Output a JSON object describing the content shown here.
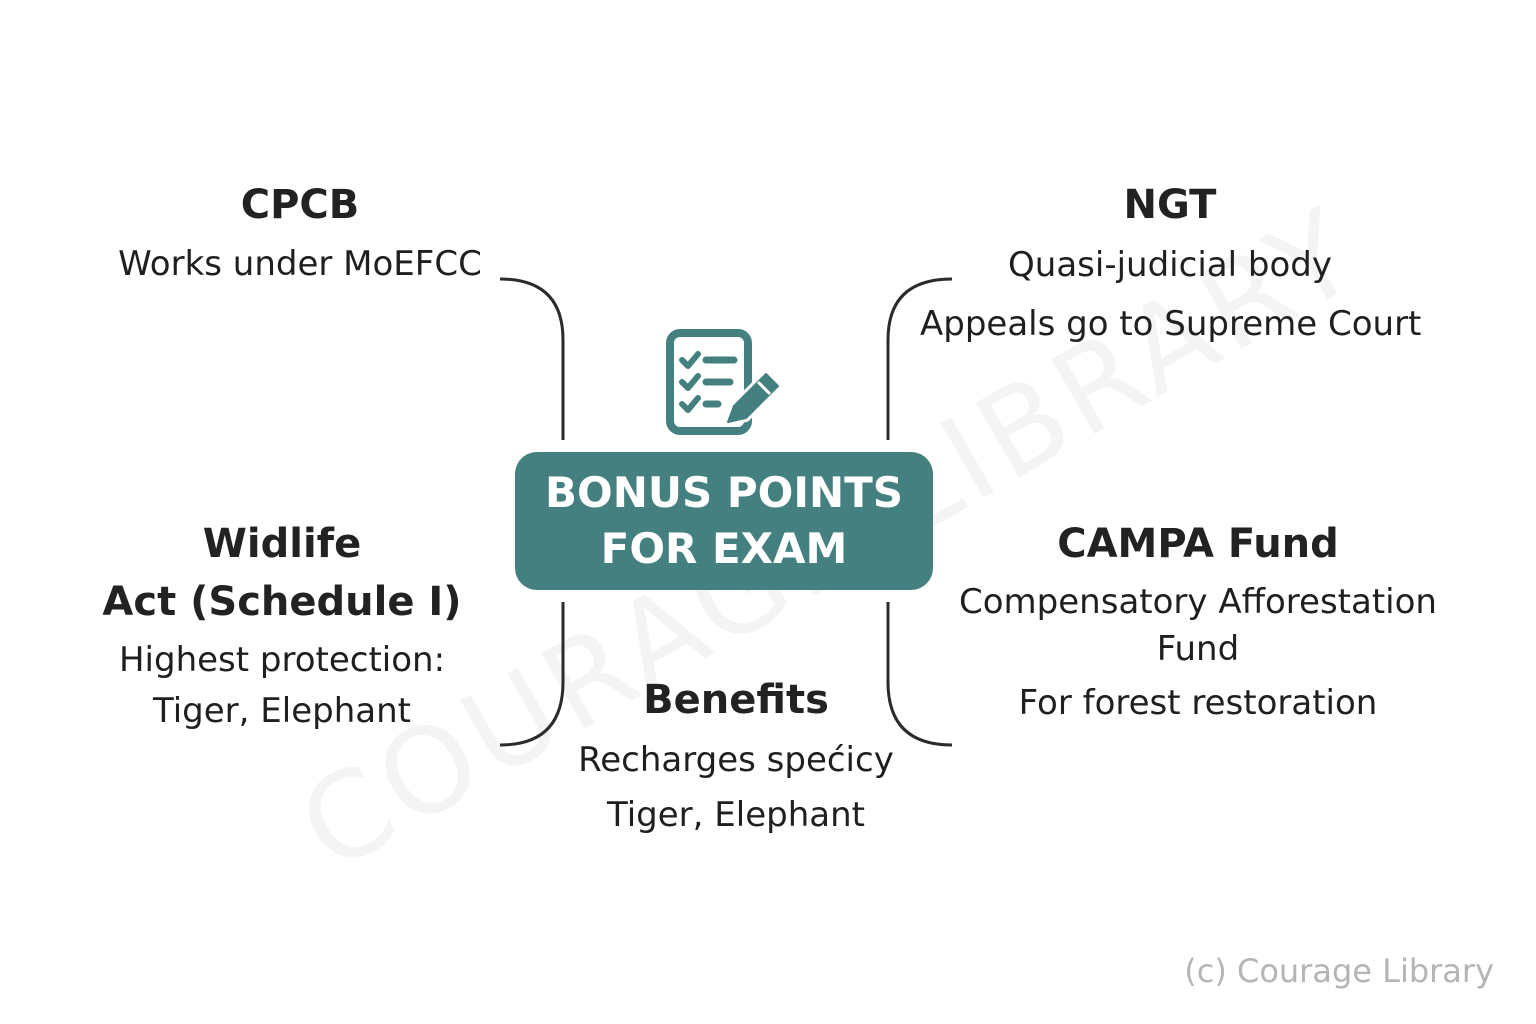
{
  "watermark": "COURAGE LIBRARY",
  "center": {
    "line1": "BONUS POINTS",
    "line2": "FOR EXAM"
  },
  "colors": {
    "accent": "#43807f",
    "connector": "#2b2b2b",
    "text": "#1f1f1f"
  },
  "icons": {
    "center": "checklist-with-pencil-icon"
  },
  "topics": {
    "cpcb": {
      "title": "CPCB",
      "lines": [
        "Works under MoEFCC"
      ]
    },
    "ngt": {
      "title": "NGT",
      "lines": [
        "Quasi-judicial body",
        "Appeals go to Supreme Court"
      ]
    },
    "wildlife": {
      "title_lines": [
        "Widlife",
        "Act (Schedule I)"
      ],
      "lines": [
        "Highest protection:",
        "Tiger, Elephant"
      ]
    },
    "campa": {
      "title": "CAMPA Fund",
      "lines": [
        "Compensatory Afforestation",
        "Fund",
        "For forest restoration"
      ]
    },
    "benefits": {
      "title": "Benefits",
      "lines": [
        "Recharges spećicy",
        "Tiger, Elephant"
      ]
    }
  },
  "credit": "(c) Courage Library"
}
